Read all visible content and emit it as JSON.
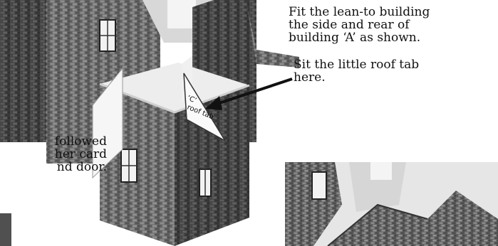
{
  "captions": {
    "fit": "Fit the lean-to building\nthe side and rear of\nbuilding ‘A’ as shown.",
    "sit": "Sit the little roof tab\nhere.",
    "left_partial": "followed\nher card\nnd door."
  },
  "tab_label": {
    "line1": "‘C’",
    "line2": "roof tab."
  },
  "colors": {
    "brick_dark": "#3a3a3a",
    "brick_mid": "#6a6a6a",
    "brick_light": "#8c8c8c",
    "card_white": "#ececec",
    "shadow": "#2a2a2a",
    "text": "#111111"
  }
}
